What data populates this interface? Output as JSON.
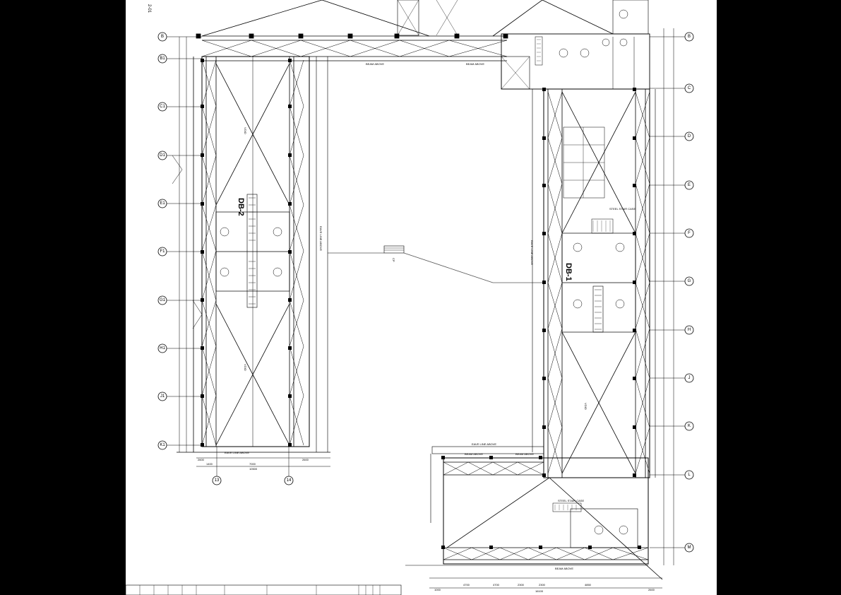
{
  "sheet": {
    "corner_code": "2-01"
  },
  "grid_right": [
    {
      "id": "B"
    },
    {
      "id": "C"
    },
    {
      "id": "D"
    },
    {
      "id": "E"
    },
    {
      "id": "F"
    },
    {
      "id": "G"
    },
    {
      "id": "H"
    },
    {
      "id": "J"
    },
    {
      "id": "K"
    },
    {
      "id": "L"
    },
    {
      "id": "M"
    }
  ],
  "grid_left": [
    {
      "id": "B"
    },
    {
      "id": "B1"
    },
    {
      "id": "C1"
    },
    {
      "id": "D1"
    },
    {
      "id": "E1"
    },
    {
      "id": "F1"
    },
    {
      "id": "G1"
    },
    {
      "id": "H1"
    },
    {
      "id": "J1"
    },
    {
      "id": "K1"
    }
  ],
  "grid_bottom": [
    {
      "id": "13"
    },
    {
      "id": "14"
    }
  ],
  "panel_ids": {
    "db_left": "DB-2",
    "db_right": "DB-1"
  },
  "annotations": {
    "beam_above": "BEAM ABOVE",
    "eave_line_above": "EAVE LINE ABOVE",
    "steel_stair_case": "STEEL STAIR CASE",
    "void": "VOID",
    "cp": "CP"
  },
  "dimensions": {
    "left_bottom": [
      "2600",
      "1400",
      "7000",
      "10500",
      "2600"
    ],
    "right_bottom": [
      "1000",
      "4700",
      "4700",
      "2300",
      "2300",
      "4850",
      "2600"
    ],
    "right_bottom_total": "16100"
  }
}
